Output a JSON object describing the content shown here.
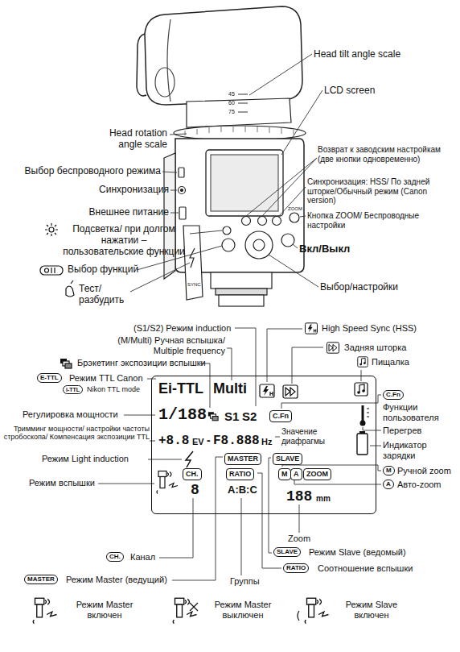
{
  "diagram": {
    "nodes": [
      {
        "text": [
          "Ei-TTL",
          "Multi",
          "1/188",
          "S1",
          "S2",
          "+8.8",
          "EV",
          "-",
          "F8.888",
          "Hz",
          "8",
          "A:B:C",
          "188",
          "mm"
        ]
      },
      {
        "text": [
          "C.Fn"
        ],
        "in": 0
      },
      {
        "text": [
          "MASTER"
        ],
        "in": 0
      },
      {
        "text": [
          "SLAVE"
        ],
        "in": 0
      },
      {
        "text": [
          "CH."
        ],
        "in": 0
      },
      {
        "text": [
          "RATIO"
        ],
        "in": 0
      },
      {
        "text": [
          "M"
        ],
        "in": 0
      },
      {
        "text": [
          "A"
        ],
        "in": 0
      },
      {
        "text": [
          "ZOOM"
        ],
        "in": 0
      }
    ],
    "labels": [
      "Head tilt angle scale",
      "LCD screen",
      "Head rotation angle scale",
      "45",
      "60",
      "75",
      "Возврат к заводским настройкам (две кнопки одновременно)",
      "Выбор беспроводного режима",
      "Синхронизация",
      "Синхронизация: HSS/ По задней шторке/Обычный режим (Canon version)",
      "Внешнее питание",
      "Кнопка ZOOM/ Беспроводные настройки",
      "Подсветка/ при долгом нажатии – пользовательские функции",
      "Вкл/Выкл",
      "Выбор функций",
      "Выбор/настройки",
      "Тест/ разбудить",
      "SYNC",
      "ZOOM",
      "(S1/S2) Режим induction",
      "(M/Multi) Ручная вспышка/ Multiple frequency",
      "Брэкетинг экспозиции вспышки",
      "E-TTL",
      "Режим TTL Canon",
      "i-TTL",
      "Nikon TTL mode",
      "Регулировка мощности",
      "Тримминг мощности/ настройки частоты стробоскопа/ Компенсация экспозиции TTL",
      "Режим Light induction",
      "Режим вспышки",
      "High Speed Sync (HSS)",
      "Задняя шторка",
      "Пищалка",
      "C.Fn",
      "Функции пользователя",
      "Перегрев",
      "Значение диафрагмы",
      "Индикатор зарядки",
      "M",
      "Ручной zoom",
      "A",
      "Авто-zoom",
      "Zoom",
      "SLAVE",
      "Режим Slave (ведомый)",
      "CH.",
      "Канал",
      "RATIO",
      "Соотношение вспышки",
      "MASTER",
      "Режим Master (ведущий)",
      "Группы",
      "Режим Master включен",
      "Режим Master выключен",
      "Режим Slave включен"
    ]
  }
}
